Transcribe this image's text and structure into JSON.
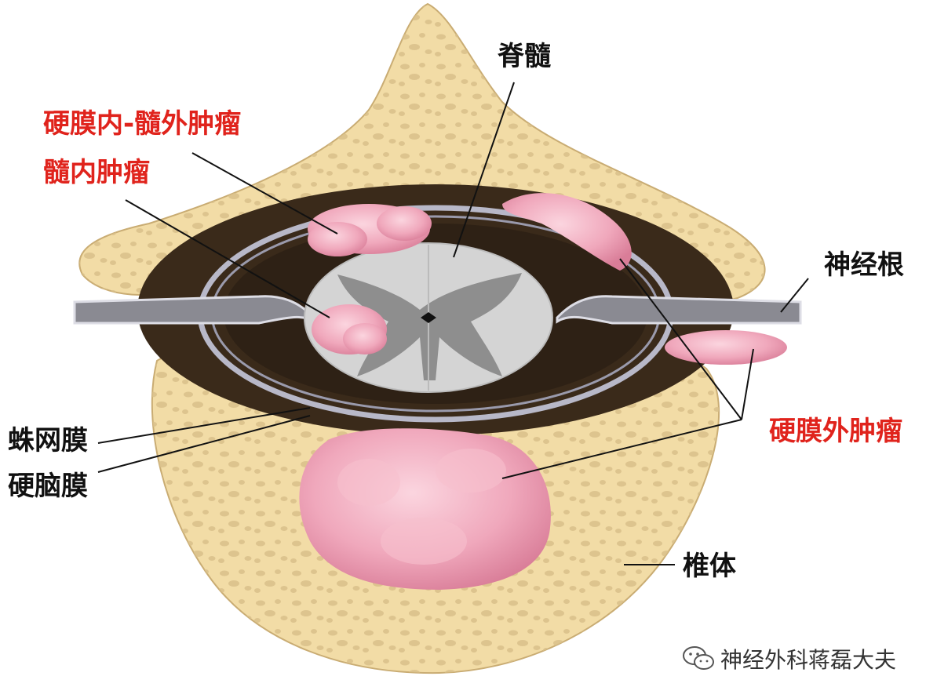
{
  "labels": {
    "spinal_cord": "脊髓",
    "intradural_extramedullary_tumor": "硬膜内-髓外肿瘤",
    "intramedullary_tumor": "髓内肿瘤",
    "nerve_root": "神经根",
    "extradural_tumor": "硬膜外肿瘤",
    "arachnoid": "蛛网膜",
    "dura_mater": "硬脑膜",
    "vertebral_body": "椎体"
  },
  "watermark": {
    "text": "神经外科蒋磊大夫",
    "icon": "wechat-icon"
  },
  "colors": {
    "bone": "#f2dca6",
    "bone_pores": "#d9c08a",
    "dura_space": "#3a2a1a",
    "cord_white": "#d4d4d4",
    "cord_grey": "#8e8e8e",
    "tumor": "#f0a8bc",
    "label_red": "#e0231c",
    "label_black": "#111111"
  }
}
